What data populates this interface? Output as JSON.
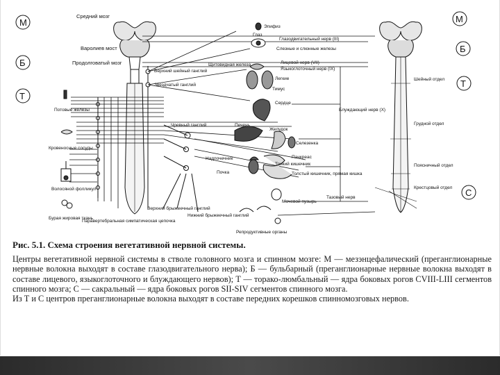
{
  "figure": {
    "circles_left": [
      "М",
      "Б",
      "Т"
    ],
    "circles_right": [
      "М",
      "Б",
      "Т",
      "С"
    ],
    "labels": {
      "sredniy_mozg": "Средний мозг",
      "varoliev_most": "Варолиев мост",
      "prodolgovaty": "Продолговатый мозг",
      "potovye": "Потовые железы",
      "krovenosnye": "Кровеносные сосуды",
      "volosyanoy": "Волосяной фолликул",
      "buraya": "Бурая жировая ткань",
      "paravertebral": "Паравертебральная симпатическая цепочка",
      "verhniy_sheyny": "Верхний шейный ганглий",
      "zvezdchaty": "Звездчатый ганглий",
      "chrevny": "Чревный ганглий",
      "verhniy_bryzh": "Верхний брыжеечный ганглий",
      "nizhniy_bryzh": "Нижний брыжеечный ганглий",
      "epifiz": "Эпифиз",
      "glaz": "Глаз",
      "glazodvig": "Глазодвигательный нерв (III)",
      "sleznye": "Слезные и слюнные железы",
      "licevoy": "Лицевой нерв (VII)",
      "yazykoglot": "Языкоглоточный нерв (IX)",
      "schitovid": "Щитовидная железа",
      "legkie": "Легкие",
      "timus": "Тимус",
      "serdce": "Сердце",
      "bluzhd": "Блуждающий нерв (X)",
      "pechen": "Печень",
      "zheludok": "Желудок",
      "selezenka": "Селезенка",
      "pankreas": "Панкреас",
      "nadpochech": "Надпочечник",
      "tonkiy": "Тонкий кишечник",
      "pochka": "Почка",
      "tolsty": "Толстый кишечник, прямая кишка",
      "mochevoy": "Мочевой пузырь",
      "tazovy": "Тазовый нерв",
      "reprod": "Репродуктивные органы",
      "sheyny_otdel": "Шейный отдел",
      "grudnoy_otdel": "Грудной отдел",
      "poyasnich_otdel": "Поясничный отдел",
      "krestc_otdel": "Крестцовый отдел"
    }
  },
  "caption": {
    "title_num": "Рис. 5.1.",
    "title_text": "Схема строения вегетативной нервной системы.",
    "p1": "Центры вегетативной нервной системы в стволе головного мозга и спинном мозге: М — мезэнцефалический (преганглионарные нервные волокна выходят в составе глазодвигательного нерва); Б — бульбарный (преганглионарные нервные волокна выходят в составе лицевого, языкоглоточного и блуждающего нервов); Т — торако-люмбальный — ядра боковых рогов CVIII-LIII сегментов спинного мозга; С — сакральный — ядра боковых рогов SII-SIV сегментов спинного мозга.",
    "p2": "Из Т и С центров преганглионарные волокна выходят в составе передних корешков спинномозговых нервов."
  }
}
